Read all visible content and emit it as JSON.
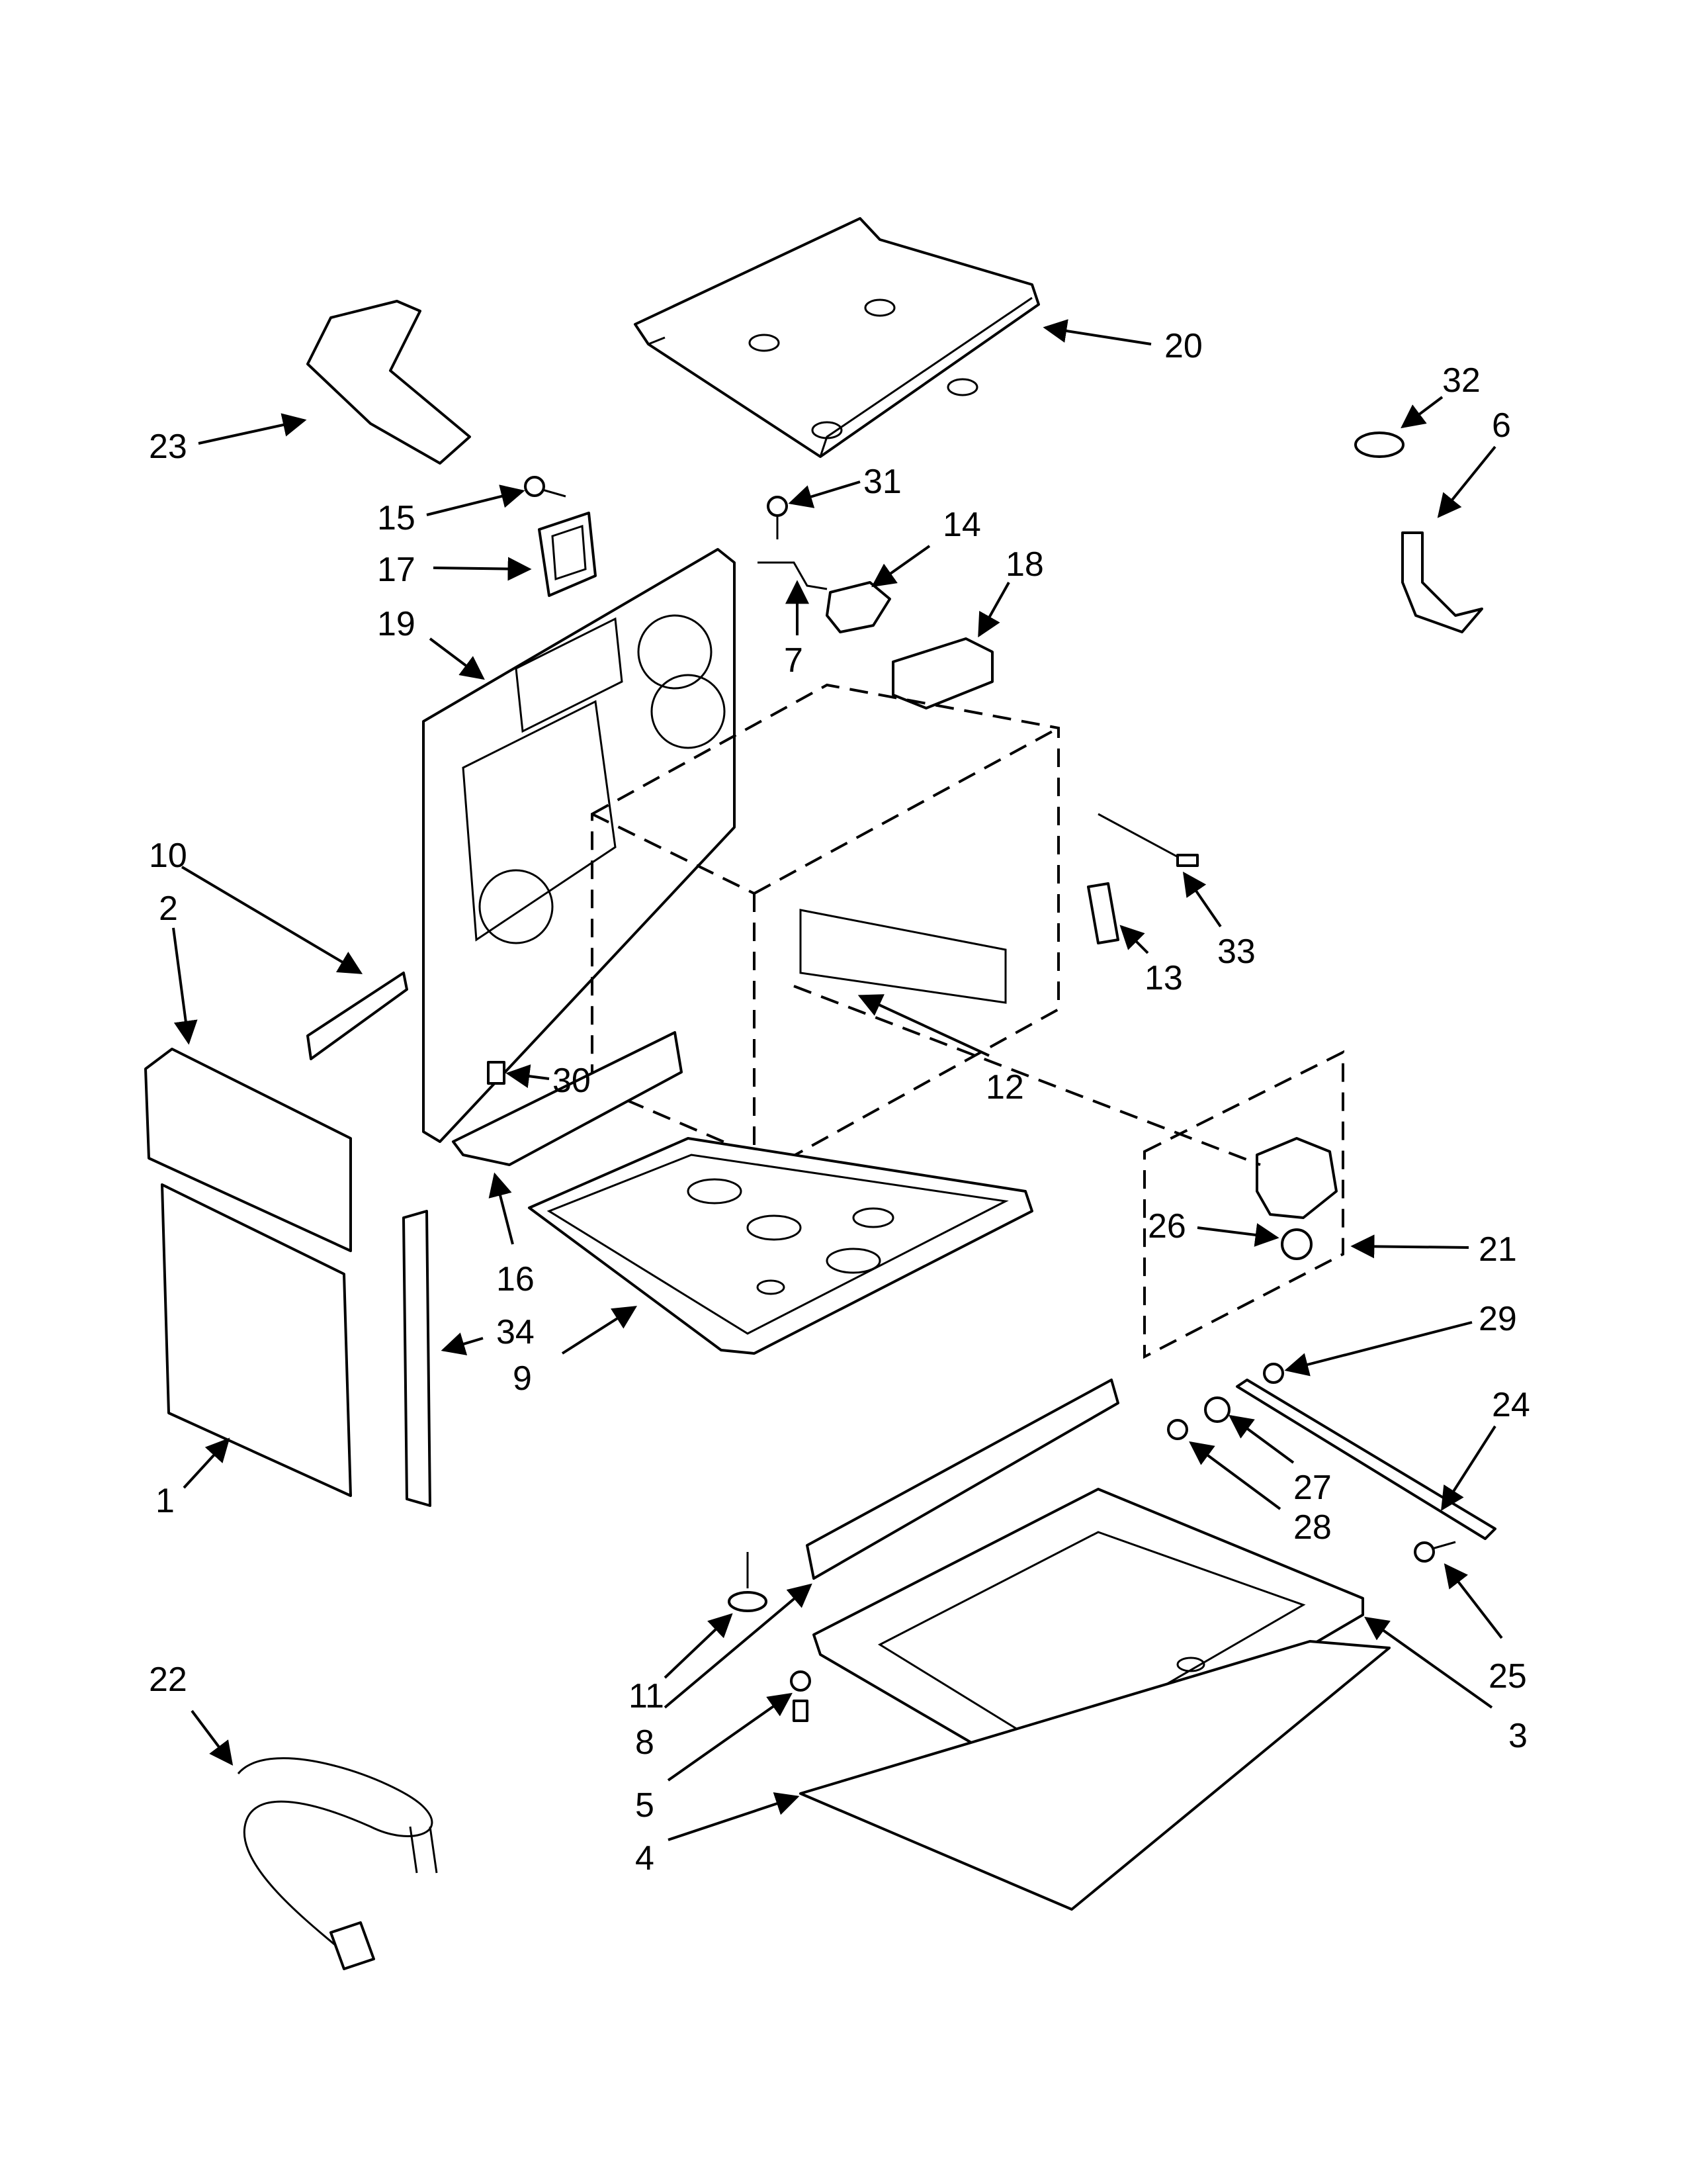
{
  "callouts": [
    {
      "id": "c20",
      "text": "20"
    },
    {
      "id": "c23",
      "text": "23"
    },
    {
      "id": "c32",
      "text": "32"
    },
    {
      "id": "c6",
      "text": "6"
    },
    {
      "id": "c15",
      "text": "15"
    },
    {
      "id": "c31",
      "text": "31"
    },
    {
      "id": "c14",
      "text": "14"
    },
    {
      "id": "c18",
      "text": "18"
    },
    {
      "id": "c17",
      "text": "17"
    },
    {
      "id": "c19",
      "text": "19"
    },
    {
      "id": "c7",
      "text": "7"
    },
    {
      "id": "c10",
      "text": "10"
    },
    {
      "id": "c2",
      "text": "2"
    },
    {
      "id": "c33",
      "text": "33"
    },
    {
      "id": "c13",
      "text": "13"
    },
    {
      "id": "c30",
      "text": "30"
    },
    {
      "id": "c12",
      "text": "12"
    },
    {
      "id": "c16",
      "text": "16"
    },
    {
      "id": "c26",
      "text": "26"
    },
    {
      "id": "c21",
      "text": "21"
    },
    {
      "id": "c34",
      "text": "34"
    },
    {
      "id": "c9",
      "text": "9"
    },
    {
      "id": "c29",
      "text": "29"
    },
    {
      "id": "c24",
      "text": "24"
    },
    {
      "id": "c27",
      "text": "27"
    },
    {
      "id": "c28",
      "text": "28"
    },
    {
      "id": "c1",
      "text": "1"
    },
    {
      "id": "c22",
      "text": "22"
    },
    {
      "id": "c25",
      "text": "25"
    },
    {
      "id": "c11",
      "text": "11"
    },
    {
      "id": "c3",
      "text": "3"
    },
    {
      "id": "c8",
      "text": "8"
    },
    {
      "id": "c5",
      "text": "5"
    },
    {
      "id": "c4",
      "text": "4"
    }
  ]
}
